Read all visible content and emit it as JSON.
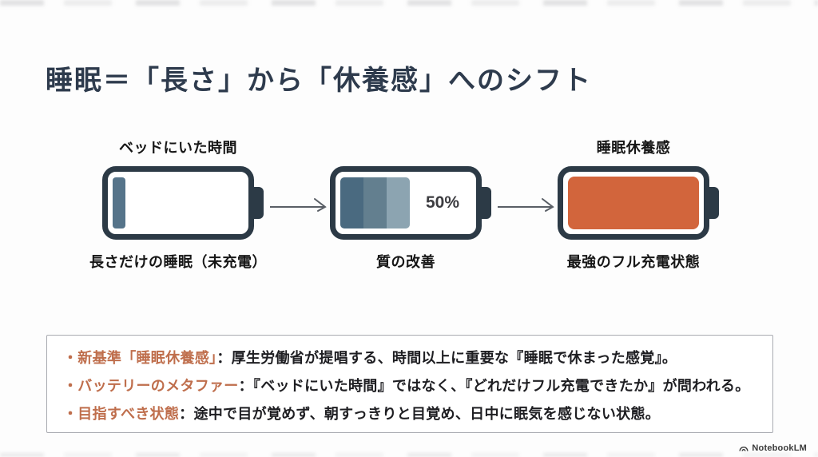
{
  "title": "睡眠＝「長さ」から「休養感」へのシフト",
  "diagram": {
    "battery1": {
      "top_label": "ベッドにいた時間",
      "bottom_label": "長さだけの睡眠（未充電）",
      "state": "empty"
    },
    "battery2": {
      "bottom_label": "質の改善",
      "percent": "50%",
      "state": "half"
    },
    "battery3": {
      "top_label": "睡眠休養感",
      "bottom_label": "最強のフル充電状態",
      "state": "full"
    }
  },
  "notes": [
    {
      "term": "・新基準「睡眠休養感」",
      "body": "：厚生労働省が提唱する、時間以上に重要な『睡眠で休まった感覚』。"
    },
    {
      "term": "・バッテリーのメタファー",
      "body": "：『ベッドにいた時間』ではなく、『どれだけフル充電できたか』が問われる。"
    },
    {
      "term": "・目指すべき状態",
      "body": "：途中で目が覚めず、朝すっきりと目覚め、日中に眠気を感じない状態。"
    }
  ],
  "footer": {
    "brand": "NotebookLM"
  },
  "colors": {
    "title": "#2e3b4d",
    "battery_outline": "#2c3a46",
    "battery_full_orange": "#d2653c",
    "fill_slate_dark": "#4a6a80",
    "fill_slate_mid": "#637f8f",
    "fill_slate_light": "#8ca4b1",
    "note_term_orange": "#bf6e4c"
  }
}
